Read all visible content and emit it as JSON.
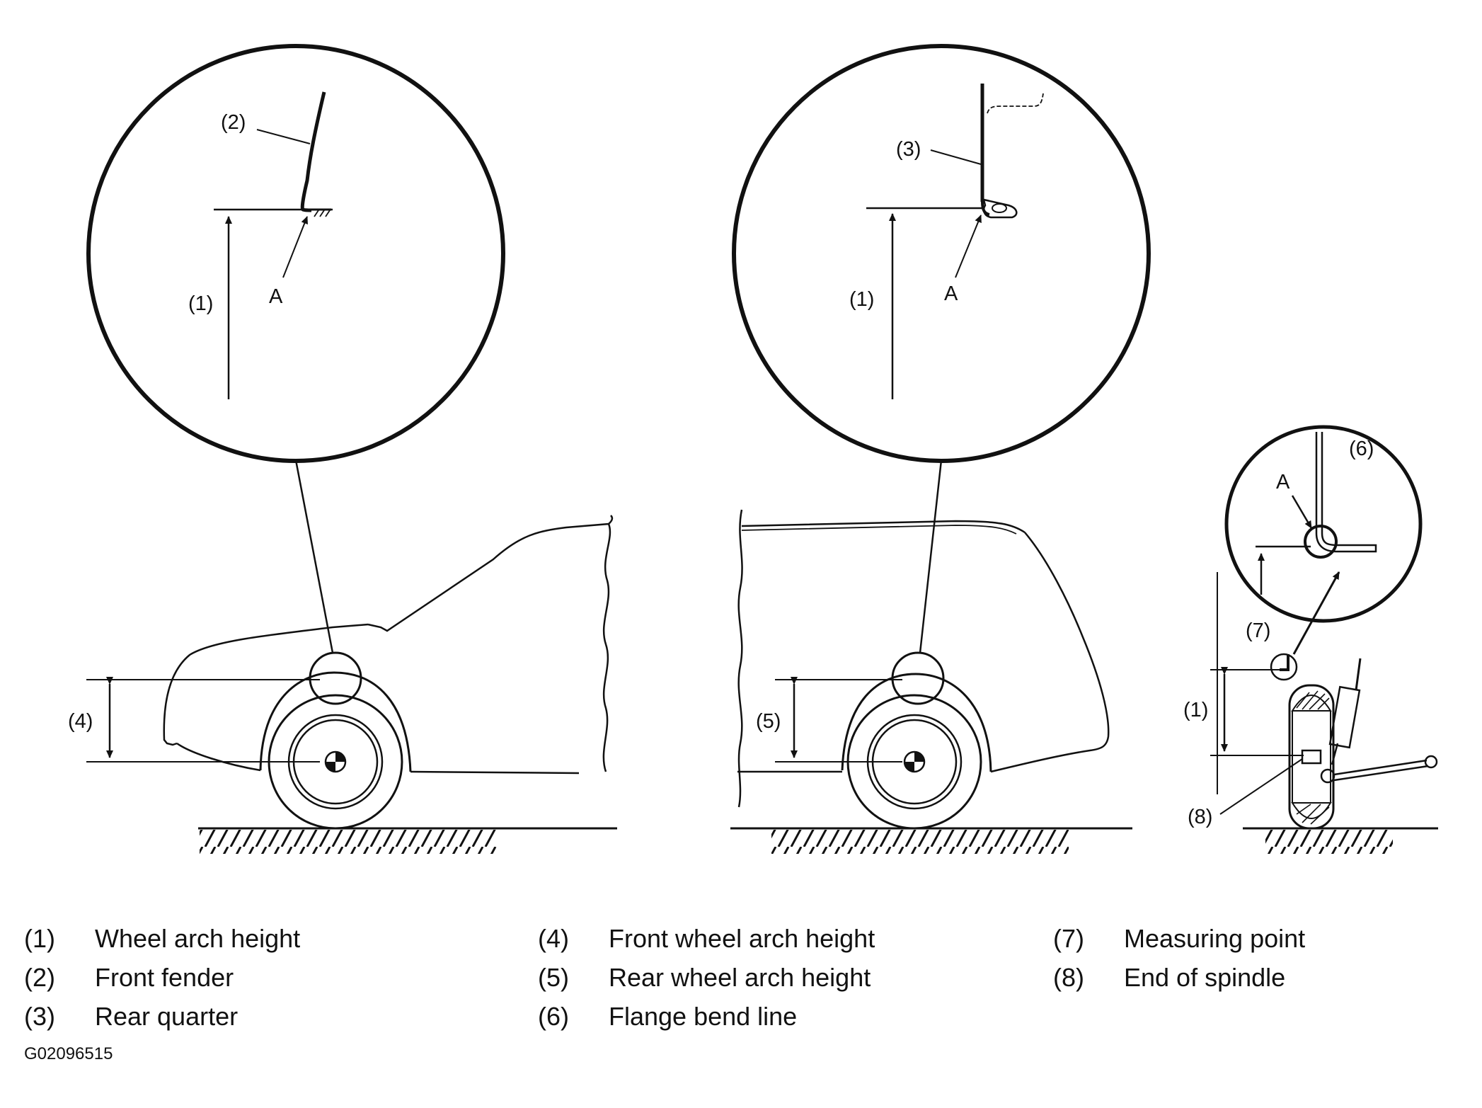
{
  "callouts": {
    "front_fender_num": "(2)",
    "wheel_arch_num_a": "(1)",
    "point_a_1": "A",
    "rear_quarter_num": "(3)",
    "wheel_arch_num_b": "(1)",
    "point_a_2": "A",
    "flange_num": "(6)",
    "point_a_3": "A",
    "measuring_point_num": "(7)",
    "wheel_arch_num_c": "(1)",
    "spindle_num": "(8)",
    "front_arch_num": "(4)",
    "rear_arch_num": "(5)"
  },
  "legend": {
    "col1": [
      {
        "num": "(1)",
        "text": "Wheel arch height"
      },
      {
        "num": "(2)",
        "text": "Front fender"
      },
      {
        "num": "(3)",
        "text": "Rear quarter"
      }
    ],
    "col2": [
      {
        "num": "(4)",
        "text": "Front wheel arch height"
      },
      {
        "num": "(5)",
        "text": "Rear wheel arch height"
      },
      {
        "num": "(6)",
        "text": "Flange bend line"
      }
    ],
    "col3": [
      {
        "num": "(7)",
        "text": "Measuring point"
      },
      {
        "num": "(8)",
        "text": "End of spindle"
      }
    ]
  },
  "figure_code": "G02096515"
}
